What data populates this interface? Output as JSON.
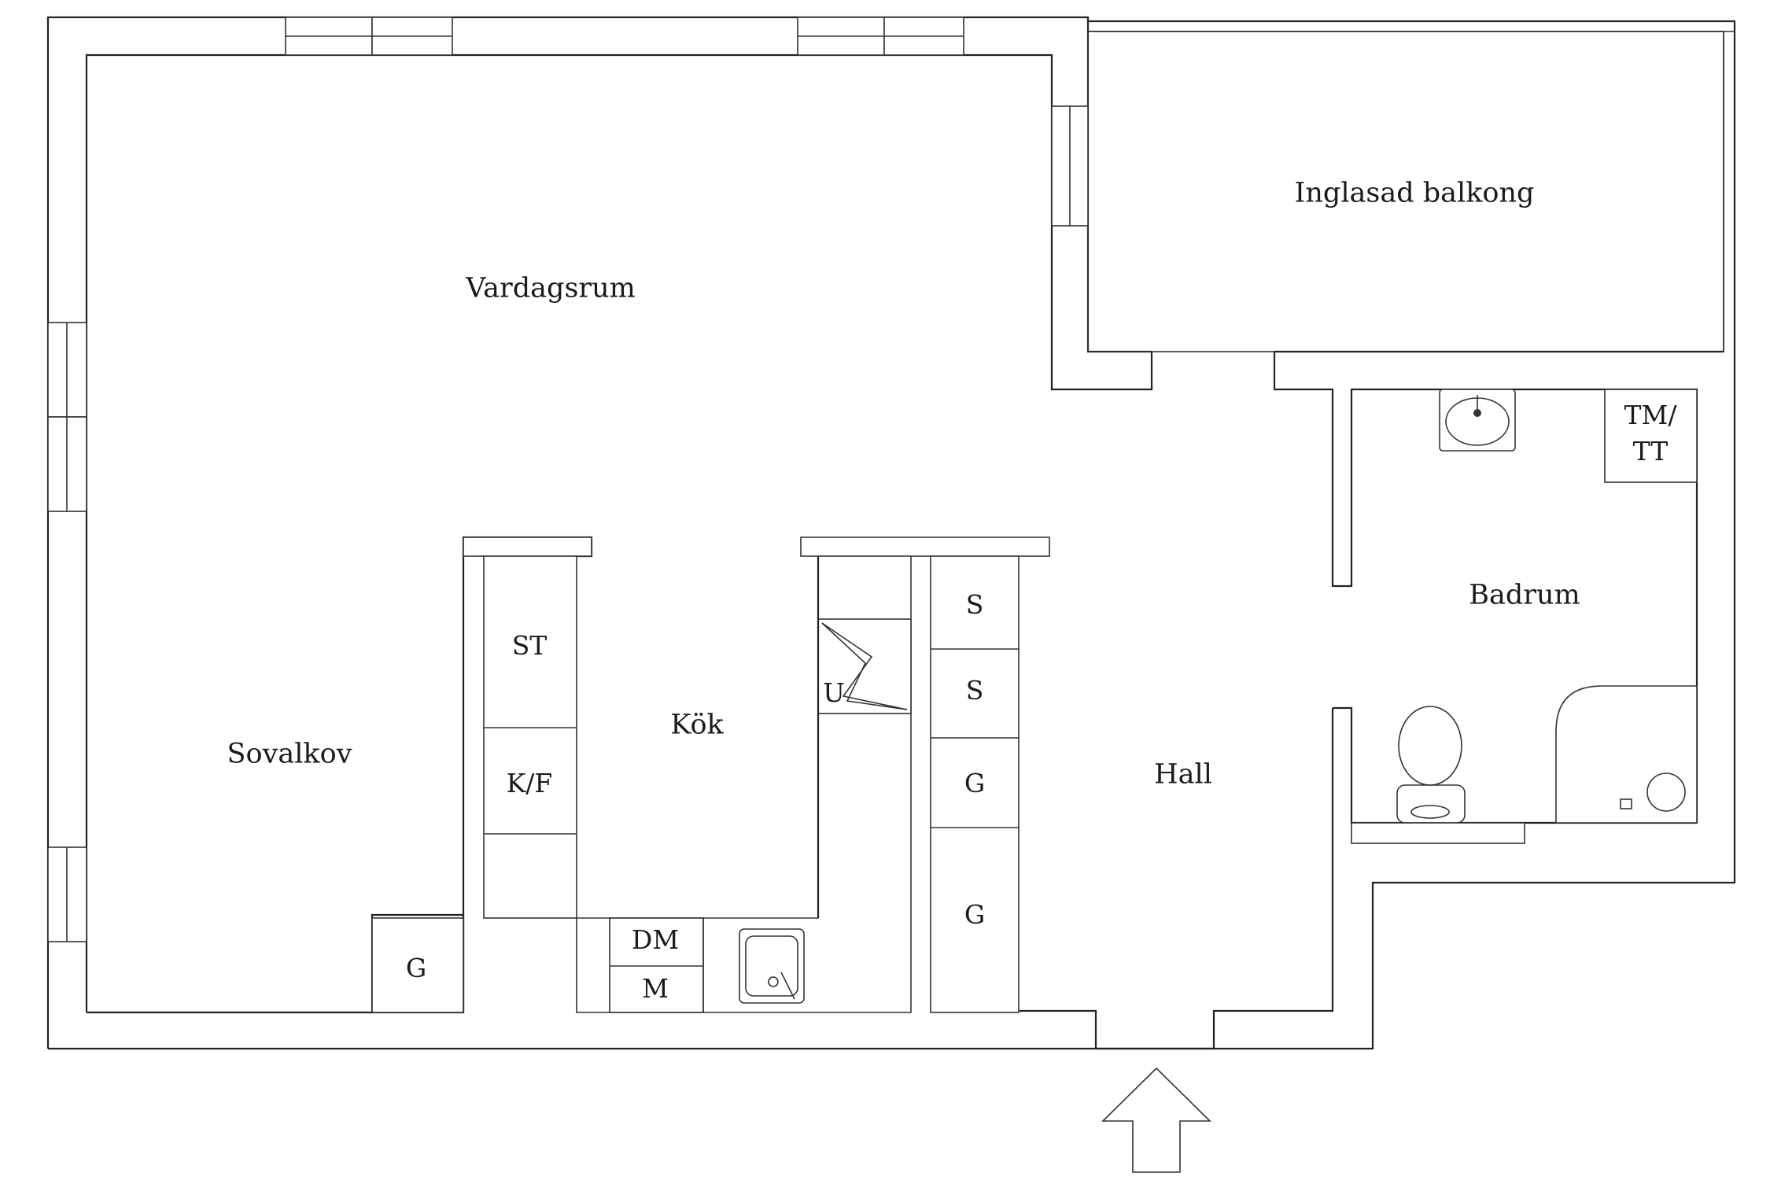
{
  "rooms": {
    "vardagsrum": "Vardagsrum",
    "balkong": "Inglasad balkong",
    "sovalkov": "Sovalkov",
    "kok": "Kök",
    "hall": "Hall",
    "badrum": "Badrum"
  },
  "appliances": {
    "st": "ST",
    "kf": "K/F",
    "u": "U",
    "s1": "S",
    "s2": "S",
    "g_hall_1": "G",
    "g_hall_2": "G",
    "g_alcove": "G",
    "dm": "DM",
    "m": "M",
    "tm_line1": "TM/",
    "tm_line2": "TT"
  }
}
